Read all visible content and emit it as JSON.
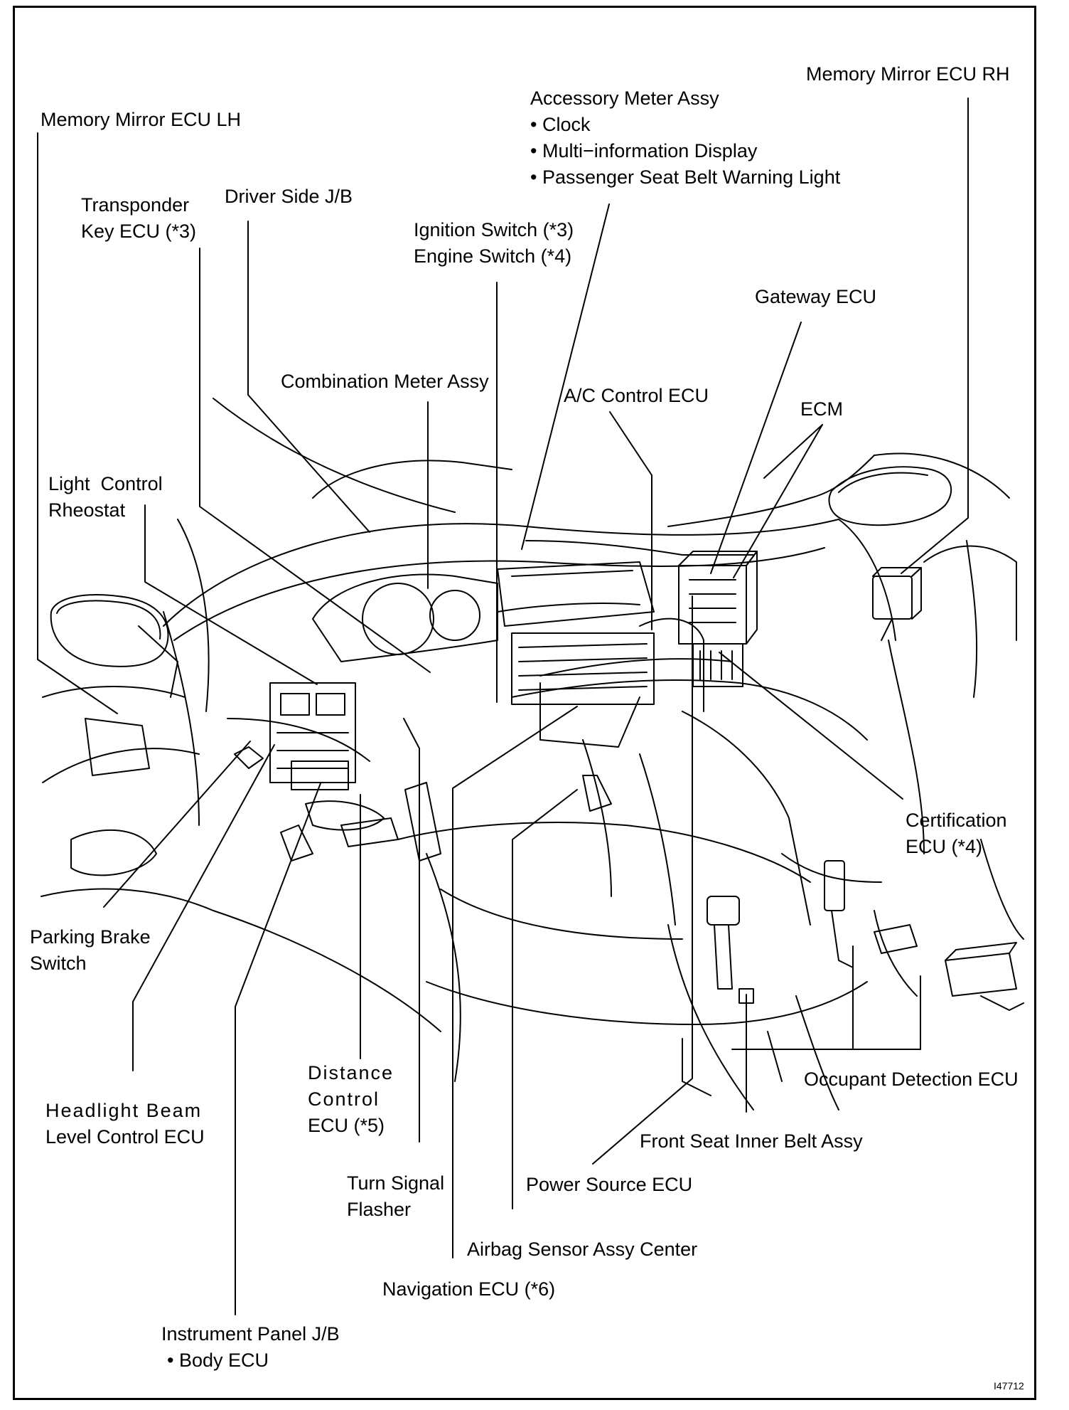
{
  "labels": {
    "memory_mirror_lh": "Memory Mirror ECU LH",
    "memory_mirror_rh": "Memory Mirror ECU RH",
    "accessory_meter": {
      "title": "Accessory Meter Assy",
      "items": [
        "Clock",
        "Multi−information Display",
        "Passenger Seat Belt Warning Light"
      ]
    },
    "transponder": [
      "Transponder",
      "Key ECU (*3)"
    ],
    "driver_jb": "Driver Side J/B",
    "ignition": [
      "Ignition Switch (*3)",
      "Engine Switch (*4)"
    ],
    "gateway_ecu": "Gateway ECU",
    "combination_meter": "Combination Meter Assy",
    "ac_control": "A/C Control ECU",
    "ecm": "ECM",
    "light_control": [
      "Light  Control",
      "Rheostat"
    ],
    "certification": [
      "Certification",
      "ECU (*4)"
    ],
    "parking_brake": [
      "Parking Brake",
      "Switch"
    ],
    "occupant_detection": "Occupant Detection ECU",
    "distance_control": [
      "Distance",
      "Control",
      "ECU (*5)"
    ],
    "headlight_beam": [
      "Headlight Beam",
      "Level Control ECU"
    ],
    "front_seat_belt": "Front Seat Inner Belt Assy",
    "turn_signal": [
      "Turn Signal",
      "Flasher"
    ],
    "power_source": "Power Source ECU",
    "airbag_sensor": "Airbag Sensor Assy Center",
    "navigation": "Navigation ECU (*6)",
    "instrument_panel": {
      "title": "Instrument Panel J/B",
      "items": [
        "Body ECU"
      ]
    }
  },
  "figure_id": "I47712"
}
